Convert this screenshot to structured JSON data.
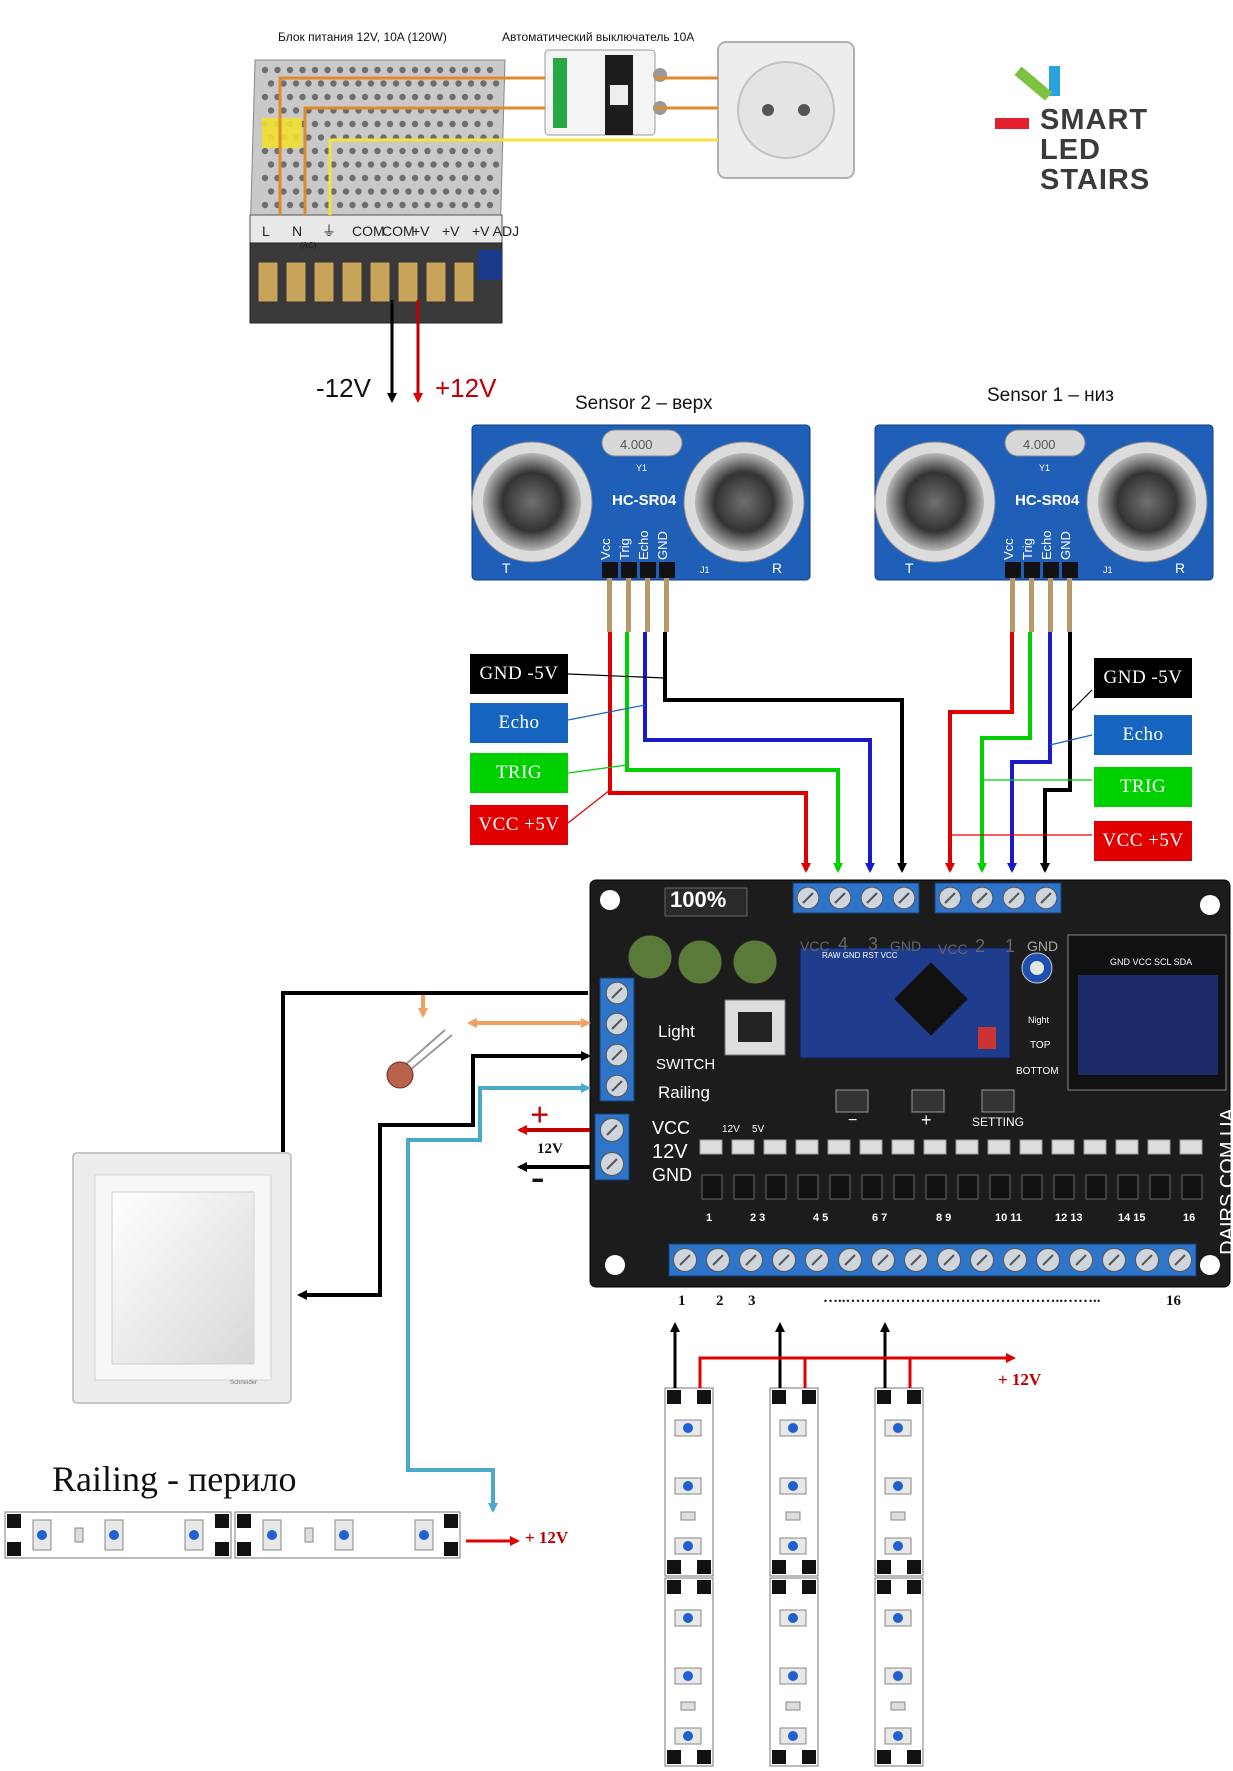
{
  "power": {
    "psu_caption": "Блок питания 12V, 10A (120W)",
    "breaker_caption": "Автоматический выключатель 10A",
    "terminal_labels": [
      "L",
      "N",
      "⏚",
      "COM",
      "COM",
      "+V",
      "+V",
      "+V ADJ"
    ],
    "terminal_sub": "(AC)",
    "minus_label": "-12V",
    "plus_label": "+12V"
  },
  "logo": {
    "lines": [
      "SMART",
      "LED",
      "STAIRS"
    ],
    "colors": {
      "green": "#7ec242",
      "blue": "#2aa3dc",
      "red": "#e5202e"
    }
  },
  "sensors": [
    {
      "caption": "Sensor 2 – верх",
      "model": "HC-SR04",
      "crystal": "4.000",
      "y1": "Y1",
      "j1": "J1",
      "t": "T",
      "r": "R",
      "pins": [
        "Vcc",
        "Trig",
        "Echo",
        "GND"
      ]
    },
    {
      "caption": "Sensor 1 – низ",
      "model": "HC-SR04",
      "crystal": "4.000",
      "y1": "Y1",
      "j1": "J1",
      "t": "T",
      "r": "R",
      "pins": [
        "Vcc",
        "Trig",
        "Echo",
        "GND"
      ]
    }
  ],
  "wire_tags": {
    "left": [
      "GND  -5V",
      "Echo",
      "TRIG",
      "VCC  +5V"
    ],
    "right": [
      "GND  -5V",
      "Echo",
      "TRIG",
      "VCC  +5V"
    ],
    "colors": {
      "gnd": "#000000",
      "echo": "#1565c0",
      "trig": "#00d000",
      "vcc": "#e00000",
      "light": "#f0a060",
      "railing": "#4aa8c8"
    }
  },
  "controller": {
    "badge": "100%",
    "top_pins_left": [
      "VCC",
      "4",
      "3",
      "GND"
    ],
    "top_pins_right": [
      "VCC",
      "2",
      "1",
      "GND"
    ],
    "left_labels": [
      "Light",
      "SWITCH",
      "Railing"
    ],
    "power_labels": [
      "VCC",
      "12V",
      "GND"
    ],
    "small_labels": [
      "12V",
      "5V"
    ],
    "buttons": [
      "−",
      "+",
      "SETTING"
    ],
    "pot_labels": [
      "Night",
      "TOP",
      "BOTTOM"
    ],
    "oled_pins": "GND VCC SCL SDA",
    "side_text": "DAIRS.COM.UA",
    "channel_labels": [
      "1",
      "2 3",
      "4 5",
      "6 7",
      "8 9",
      "10 11",
      "12 13",
      "14 15",
      "16"
    ],
    "pro_mini_text": "RAW GND RST VCC"
  },
  "side_power": {
    "plus": "+",
    "minus": "-",
    "voltage": "12V"
  },
  "outputs": {
    "first": "1",
    "second": "2",
    "third": "3",
    "dots": "…..……………………………………..……..",
    "last": "16",
    "plus_label": "+ 12V"
  },
  "railing": {
    "title": "Railing - перило",
    "plus_label": "+ 12V"
  },
  "switch_brand": "Schneider"
}
